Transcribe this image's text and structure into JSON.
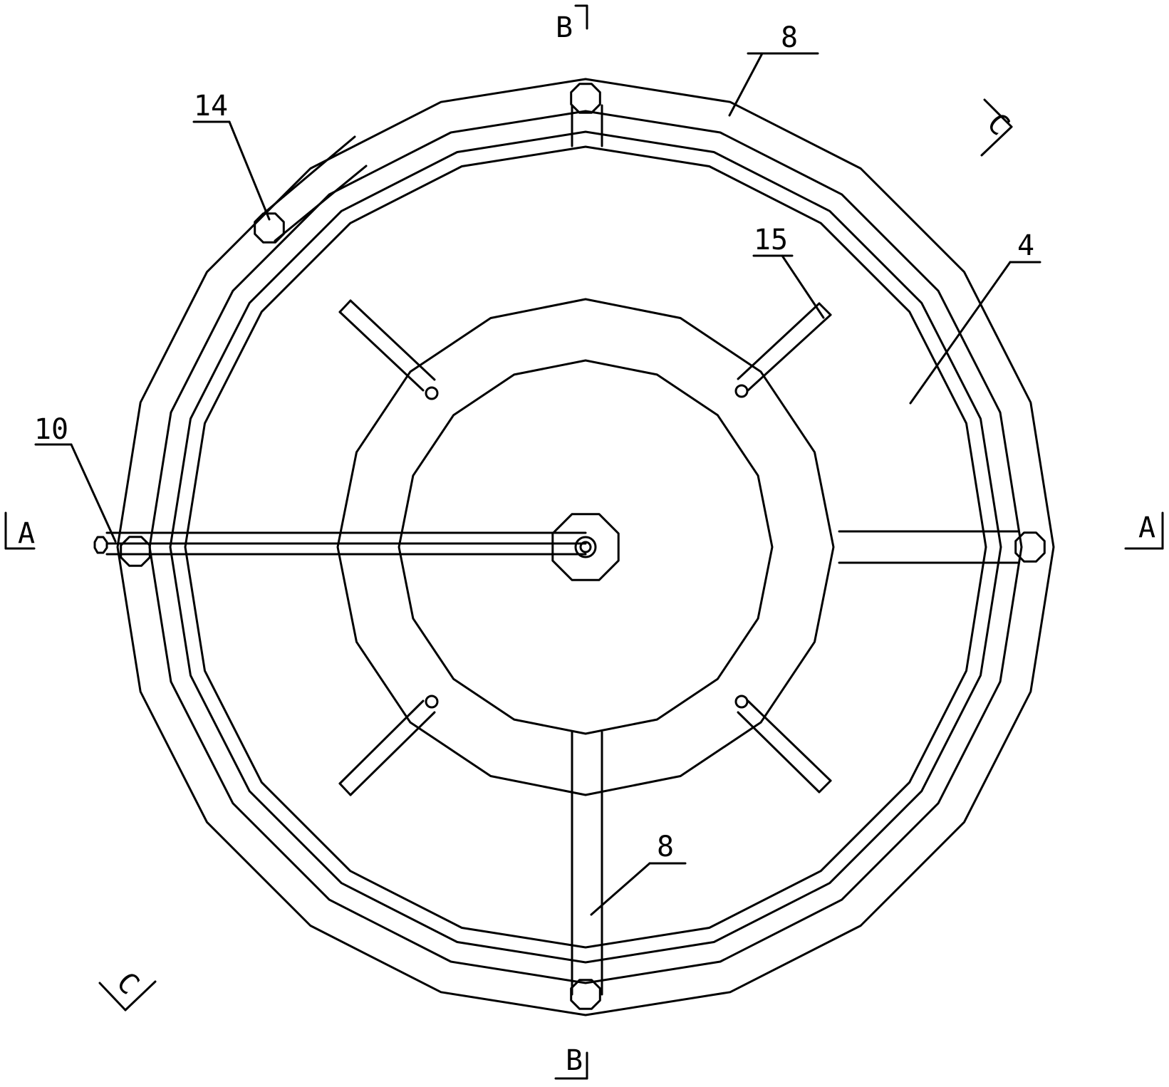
{
  "drawing": {
    "labels": {
      "part_8_top": "8",
      "part_8_bottom": "8",
      "part_14": "14",
      "part_15": "15",
      "part_4": "4",
      "part_10": "10"
    },
    "section_marks": {
      "a_left": "A",
      "a_right": "A",
      "b_top": "B",
      "b_bottom": "B",
      "c_top_right": "C",
      "c_bottom_left": "C"
    },
    "colors": {
      "line": "#000000",
      "background": "#ffffff"
    }
  }
}
